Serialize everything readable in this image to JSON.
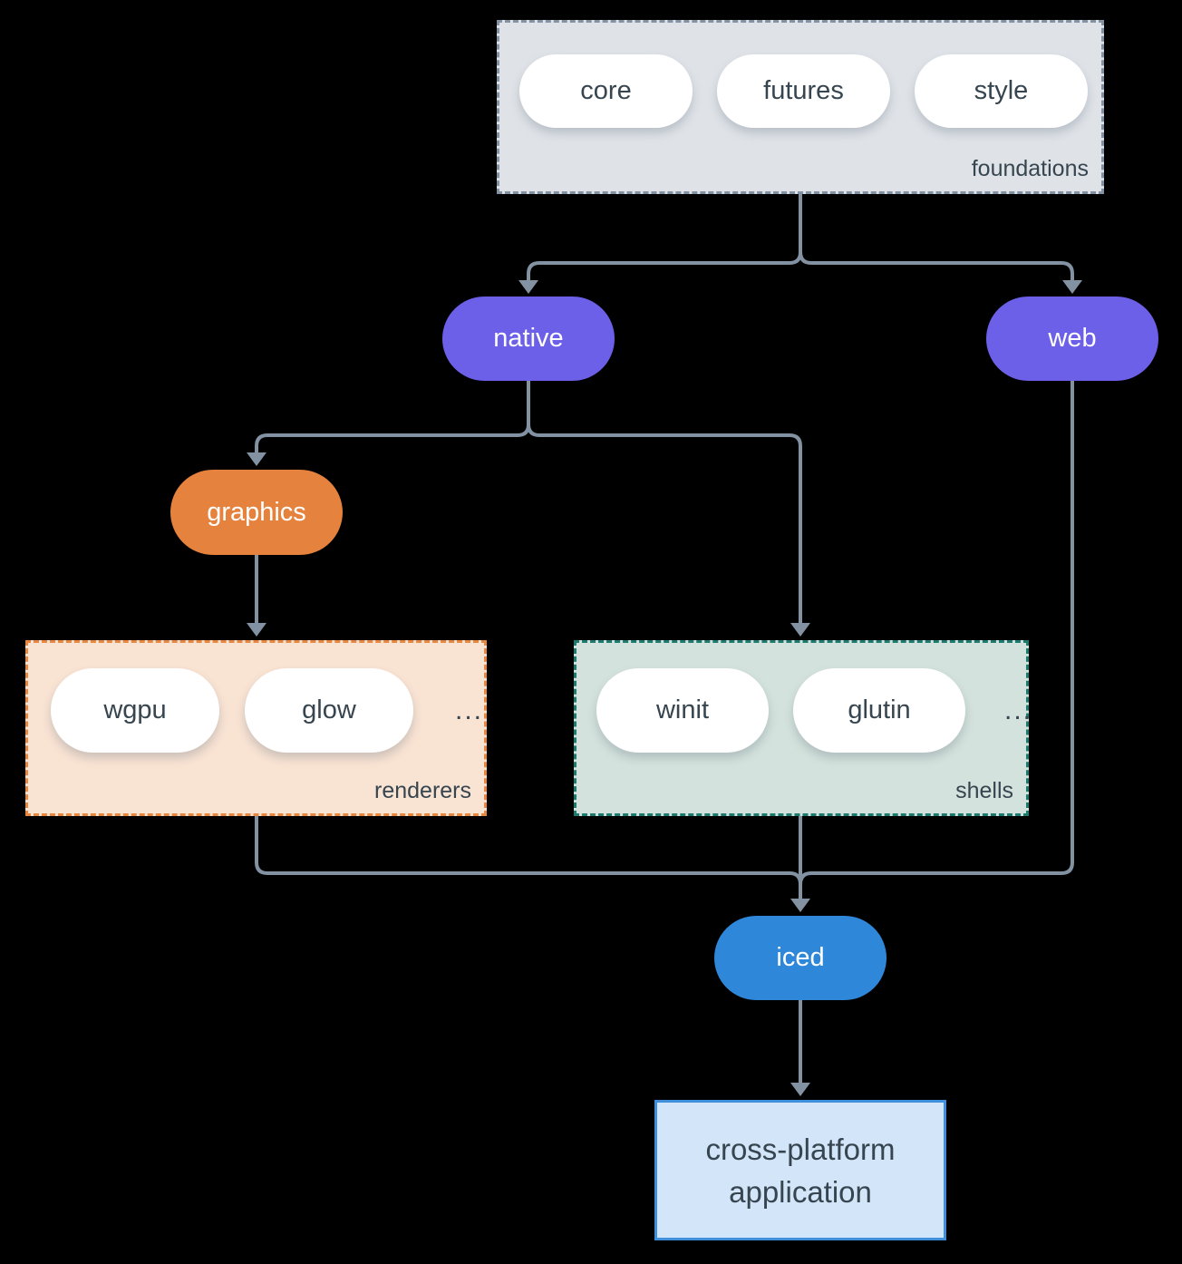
{
  "diagram": {
    "groups": {
      "foundations": {
        "label": "foundations",
        "pills": [
          "core",
          "futures",
          "style"
        ],
        "fill": "#dfe3e8",
        "border": "#8292a2"
      },
      "renderers": {
        "label": "renderers",
        "pills": [
          "wgpu",
          "glow"
        ],
        "more": "...",
        "fill": "#f9e3d3",
        "border": "#e8873f"
      },
      "shells": {
        "label": "shells",
        "pills": [
          "winit",
          "glutin"
        ],
        "more": "...",
        "fill": "#d3e2dc",
        "border": "#1d7a6e"
      }
    },
    "nodes": {
      "native": {
        "label": "native",
        "fill": "#6c5fe8"
      },
      "web": {
        "label": "web",
        "fill": "#6c5fe8"
      },
      "graphics": {
        "label": "graphics",
        "fill": "#e5823d"
      },
      "iced": {
        "label": "iced",
        "fill": "#2e87d8"
      },
      "app": {
        "line1": "cross-platform",
        "line2": "application",
        "fill": "#d3e5f8",
        "border": "#3f8fdb"
      }
    },
    "edges": [
      {
        "from": "foundations",
        "to": "native"
      },
      {
        "from": "foundations",
        "to": "web"
      },
      {
        "from": "native",
        "to": "graphics"
      },
      {
        "from": "native",
        "to": "shells"
      },
      {
        "from": "graphics",
        "to": "renderers"
      },
      {
        "from": "renderers",
        "to": "iced"
      },
      {
        "from": "shells",
        "to": "iced"
      },
      {
        "from": "web",
        "to": "iced"
      },
      {
        "from": "iced",
        "to": "app"
      }
    ],
    "colors": {
      "background": "#000000",
      "arrow": "#8292a2",
      "pill_text_dark": "#36454f",
      "pill_text_light": "#ffffff"
    }
  }
}
